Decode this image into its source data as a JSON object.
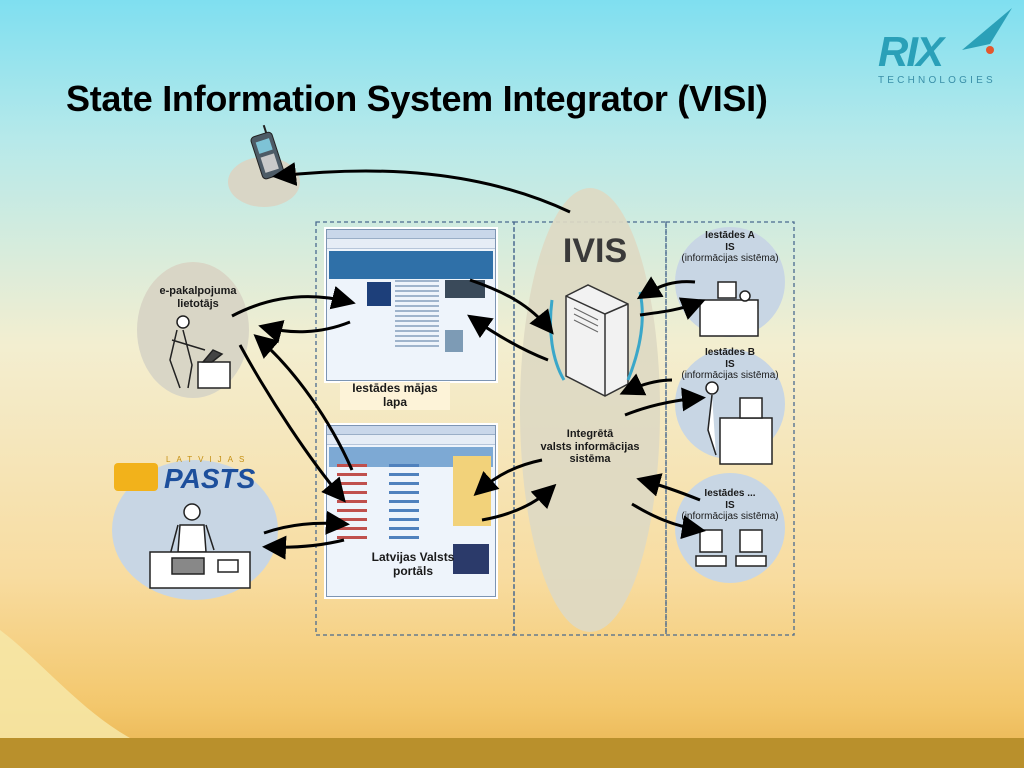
{
  "title": "State Information System Integrator (VISI)",
  "logo": {
    "name": "RIX",
    "tagline": "TECHNOLOGIES"
  },
  "nodes": {
    "ivis": "IVIS",
    "ivis_caption": [
      "Integrētā",
      "valsts informācijas",
      "sistēma"
    ],
    "user": [
      "e-pakalpojuma",
      "lietotājs"
    ],
    "pasts_logo": "PASTS",
    "pasts_logo_small": "LATVIJAS",
    "homepage": [
      "Iestādes mājas",
      "lapa"
    ],
    "portal": [
      "Latvijas Valsts",
      "portāls"
    ],
    "inst_a": [
      "Iestādes A",
      "IS",
      "(informācijas sistēma)"
    ],
    "inst_b": [
      "Iestādes B",
      "IS",
      "(informācijas sistēma)"
    ],
    "inst_c": [
      "Iestādes ...",
      "IS",
      "(informācijas sistēma)"
    ]
  },
  "colors": {
    "accent": "#2aa0b8",
    "ellipse": "#ddd9c3",
    "circle": "#c8d6e4",
    "band": "#b9902c"
  }
}
